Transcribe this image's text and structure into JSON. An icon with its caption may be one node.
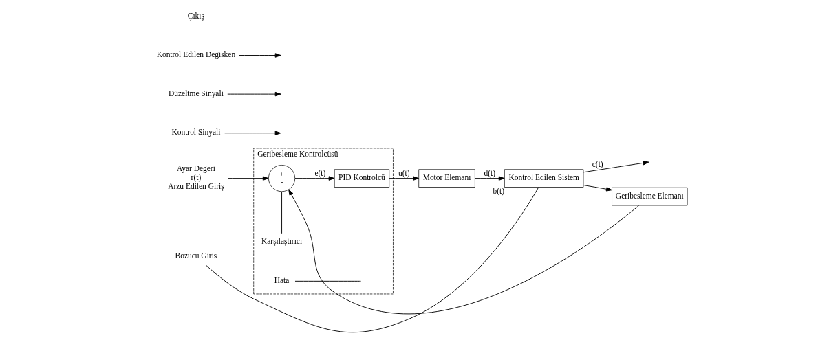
{
  "diagram": {
    "nodes": [
      {
        "text": [
          "Geribesleme Kontrolcüsü"
        ]
      },
      {
        "text": [
          "Ayar Degeri",
          "r(t)",
          "Arzu Edilen Giriş"
        ]
      },
      {
        "text": [
          "+",
          "-"
        ],
        "in": 0
      },
      {
        "text": [
          "Karşılaştırıcı"
        ],
        "in": 0
      },
      {
        "text": [
          "PID Kontrolcü"
        ],
        "in": 0
      },
      {
        "text": [
          "Hata"
        ],
        "in": 0
      },
      {
        "text": [
          "Motor Elemanı"
        ]
      },
      {
        "text": [
          "Kontrol Edilen Sistem"
        ],
        "beside": [
          "b(t)"
        ]
      },
      {
        "text": [
          "Geribesleme Elemanı"
        ]
      },
      {
        "text": [
          "Kontrol Sinyali"
        ]
      },
      {
        "text": [
          "Düzeltme Sinyali"
        ]
      },
      {
        "text": [
          "Bozucu Giris"
        ]
      },
      {
        "text": [
          "Kontrol Edilen Degisken"
        ]
      }
    ],
    "edges": [
      {
        "from": 1,
        "to": 2,
        "arrow": "to"
      },
      {
        "from": 2,
        "to": 4,
        "arrow": "to",
        "label": "e(t)"
      },
      {
        "from": 4,
        "to": 6,
        "arrow": "to",
        "label": "u(t)"
      },
      {
        "from": 6,
        "to": 7,
        "arrow": "to",
        "label": "d(t)"
      },
      {
        "from": 7,
        "to": null,
        "arrow": "to",
        "label": "c(t)"
      },
      {
        "from": 7,
        "to": 8,
        "arrow": "to"
      },
      {
        "from": 8,
        "to": 2,
        "arrow": "to"
      },
      {
        "from": 3,
        "to": 2,
        "arrow": "none"
      },
      {
        "from": 5,
        "to": null,
        "arrow": "none"
      },
      {
        "from": 9,
        "to": null,
        "arrow": "to"
      },
      {
        "from": 10,
        "to": null,
        "arrow": "to"
      },
      {
        "from": 11,
        "to": 7,
        "arrow": "none"
      },
      {
        "from": 12,
        "to": null,
        "arrow": "to"
      }
    ],
    "labels": [
      "Çıkış"
    ]
  }
}
